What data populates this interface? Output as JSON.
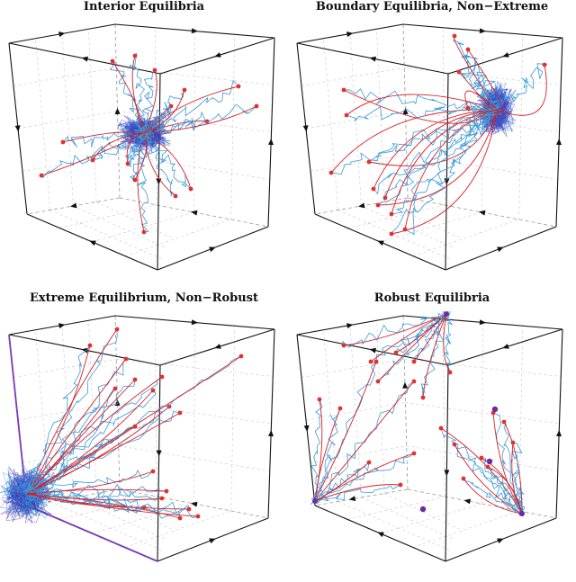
{
  "figure": {
    "panels": [
      {
        "title": "Interior Equilibria"
      },
      {
        "title": "Boundary Equilibria, Non−Extreme"
      },
      {
        "title": "Extreme Equilibrium, Non−Robust"
      },
      {
        "title": "Robust Equilibria"
      }
    ]
  }
}
